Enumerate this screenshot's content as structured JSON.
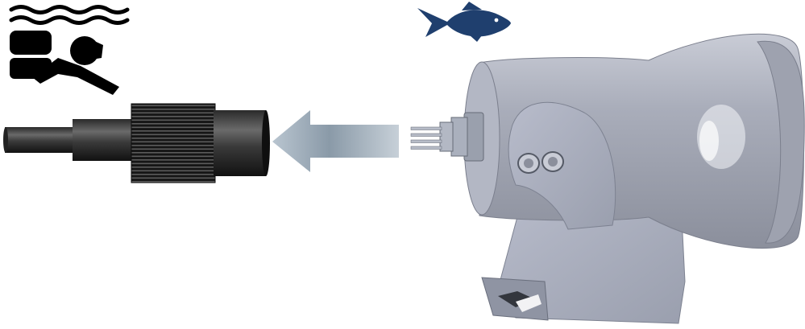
{
  "icons": {
    "diver": "scuba-diver-icon",
    "fish": "fish-icon",
    "waves": "water-waves-icon",
    "arrow": "left-arrow-icon"
  },
  "colors": {
    "diver_icon": "#000000",
    "fish_icon": "#1f3f6e",
    "arrow_gradient_light": "#b9c5d0",
    "arrow_gradient_dark": "#7b8d9c",
    "housing_metal": "#a2a6b4",
    "connector_black": "#1a1a1a",
    "background": "#ffffff"
  },
  "components": {
    "cable_connector": "cable-connector",
    "housing": "light-housing",
    "bracket": "mounting-bracket",
    "connector_pins": "housing-connector-pins"
  }
}
